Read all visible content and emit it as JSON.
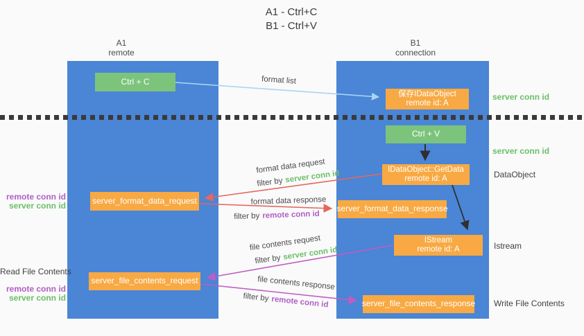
{
  "title": {
    "line1": "A1 - Ctrl+C",
    "line2": "B1 - Ctrl+V"
  },
  "columns": {
    "a1": {
      "name": "A1",
      "subtitle": "remote"
    },
    "b1": {
      "name": "B1",
      "subtitle": "connection"
    }
  },
  "nodes": {
    "ctrl_c": {
      "label": "Ctrl + C"
    },
    "save_dataobject": {
      "line1": "保存IDataObject",
      "line2": "remote id: A"
    },
    "ctrl_v": {
      "label": "Ctrl + V"
    },
    "getdata": {
      "line1": "IDataObject::GetData",
      "line2": "remote id: A"
    },
    "format_request": {
      "label": "server_format_data_request"
    },
    "format_response": {
      "label": "server_format_data_response"
    },
    "istream": {
      "line1": "IStream",
      "line2": "remote id: A"
    },
    "file_request": {
      "label": "server_file_contents_request"
    },
    "file_response": {
      "label": "server_file_contents_response"
    }
  },
  "side_labels": {
    "server_conn_id_top": "server conn id",
    "server_conn_id_mid": "server conn id",
    "dataobject": "DataObject",
    "istream": "Istream",
    "write_file_contents": "Write File Contents",
    "read_file_contents": "Read File Contents",
    "remote_conn_id_format": "remote conn id",
    "server_conn_id_format": "server conn id",
    "remote_conn_id_file": "remote conn id",
    "server_conn_id_file": "server conn id"
  },
  "arrow_labels": {
    "format_list": "format list",
    "format_data_request": "format data request",
    "format_data_response": "format data response",
    "file_contents_request": "file contents request",
    "file_contents_response": "file contents response",
    "filter_by": "filter by",
    "server_conn_id": "server conn id",
    "remote_conn_id": "remote conn id"
  },
  "colors": {
    "lane_blue": "#4a85d6",
    "node_green": "#7cc47c",
    "node_orange": "#f8a943",
    "arrow_blue": "#a8d4f0",
    "arrow_red": "#e4685e",
    "arrow_magenta": "#c05cc2",
    "arrow_black": "#2f2f2f",
    "text_green": "#6abf69",
    "text_purple": "#b05ec4",
    "text_dark": "#3f3f3f",
    "background": "#fafafa"
  }
}
